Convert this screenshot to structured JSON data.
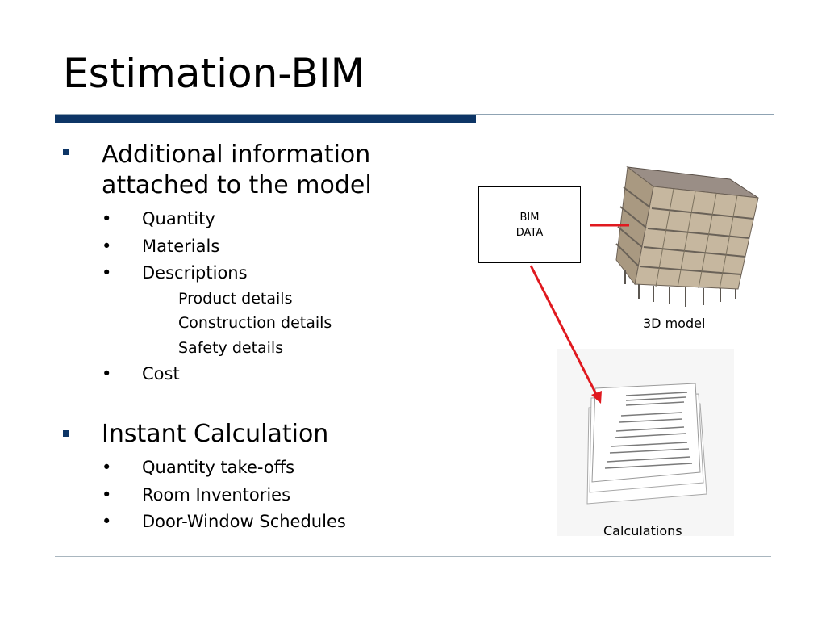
{
  "slide": {
    "title": "Estimation-BIM",
    "sections": [
      {
        "heading": "Additional information attached to the model",
        "heading_lines": [
          "Additional information",
          "attached to the model"
        ],
        "items": [
          "Quantity",
          "Materials",
          "Descriptions"
        ],
        "sub_items": [
          "Product details",
          "Construction details",
          "Safety details"
        ],
        "last_item": "Cost"
      },
      {
        "heading": "Instant Calculation",
        "items": [
          "Quantity take-offs",
          "Room Inventories",
          "Door-Window Schedules"
        ]
      }
    ]
  },
  "diagram": {
    "box_lines": [
      "BIM",
      "DATA"
    ],
    "model_caption": "3D model",
    "calc_caption": "Calculations",
    "arrow_color": "#e0191f"
  },
  "colors": {
    "accent_bar": "#0d3566",
    "rule": "#8fa3b3"
  }
}
